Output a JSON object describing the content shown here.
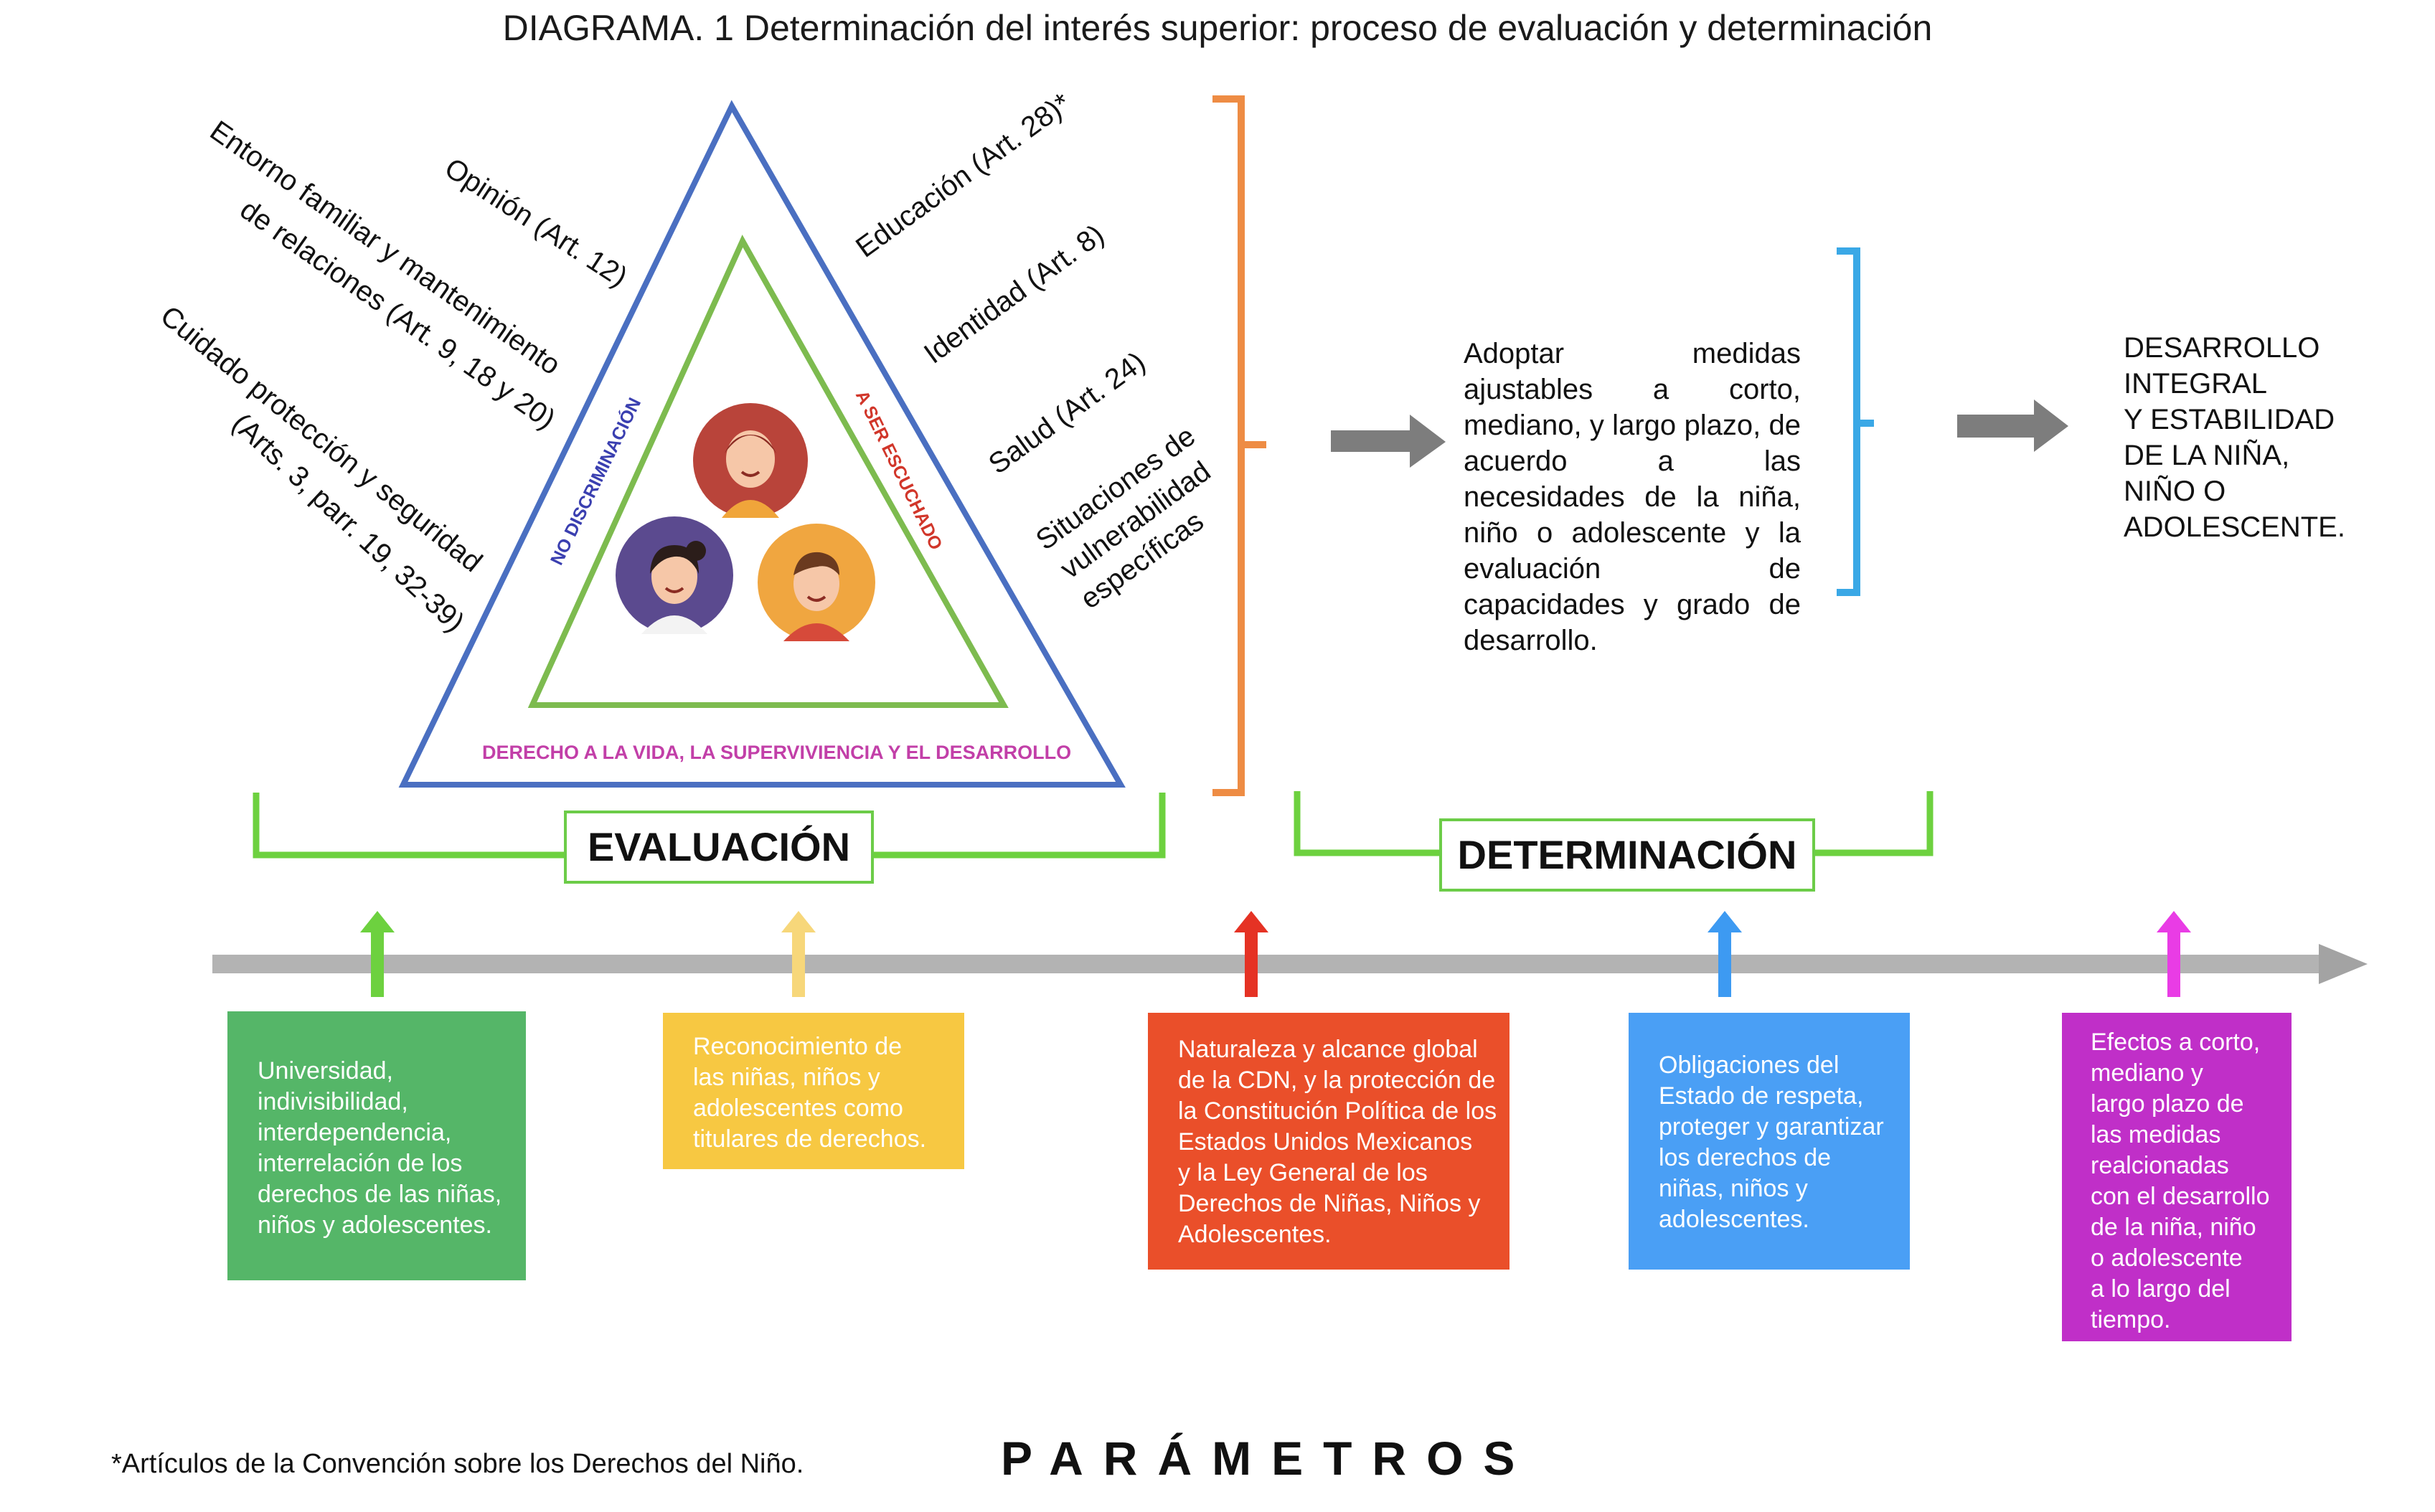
{
  "title": "DIAGRAMA. 1 Determinación del interés superior: proceso de evaluación y determinación",
  "left_factors": [
    "Opinión (Art. 12)",
    "Entorno familiar y mantenimiento",
    "de relaciones (Art. 9, 18 y 20)",
    "Cuidado protección y seguridad",
    "(Arts. 3, parr. 19, 32-39)"
  ],
  "right_factors": [
    "Educación (Art. 28)*",
    "Identidad (Art. 8)",
    "Salud (Art. 24)",
    "Situaciones de",
    "vulnerabilidad",
    "específicas"
  ],
  "principles": {
    "left": "NO DISCRIMINACIÓN",
    "right": "A SER ESCUCHADO",
    "bottom": "DERECHO A LA VIDA, LA SUPERVIVIENCIA Y EL DESARROLLO"
  },
  "measures_text": "Adoptar medidas ajustables a corto, mediano, y largo plazo, de acuerdo a las necesidades de la niña, niño o adolescente y la evaluación de capacidades y grado de desarrollo.",
  "result_text": "DESARROLLO\nINTEGRAL\nY ESTABILIDAD\nDE LA NIÑA,\nNIÑO O\nADOLESCENTE.",
  "stage_labels": {
    "evaluation": "EVALUACIÓN",
    "determination": "DETERMINACIÓN"
  },
  "cards": [
    {
      "color": "#55b668",
      "text": "Universidad,\nindivisibilidad,\ninterdependencia,\ninterrelación de los\nderechos de las niñas,\nniños y adolescentes."
    },
    {
      "color": "#f7c842",
      "text": "Reconocimiento de\nlas niñas, niños y\nadolescentes como\ntitulares de derechos."
    },
    {
      "color": "#ea4f2a",
      "text": "Naturaleza y alcance global\nde la CDN, y la protección de\nla Constitución Política de los\nEstados Unidos Mexicanos\ny la Ley General de los\nDerechos de Niñas, Niños y\nAdolescentes."
    },
    {
      "color": "#4a9ff5",
      "text": "Obligaciones del\nEstado de respeta,\nproteger y garantizar\nlos derechos de\nniñas, niños y\nadolescentes."
    },
    {
      "color": "#c02fc8",
      "text": "Efectos a corto,\nmediano y\nlargo plazo de\nlas medidas\nrealcionadas\ncon el desarrollo\nde la niña, niño\no adolescente\na lo largo del\ntiempo."
    }
  ],
  "arrow_colors": [
    "#6dd13f",
    "#f7d77a",
    "#e53224",
    "#3d9af2",
    "#e93ce5"
  ],
  "footnote": "*Artículos de la Convención sobre los Derechos del Niño.",
  "parameters_label": "PARÁMETROS"
}
